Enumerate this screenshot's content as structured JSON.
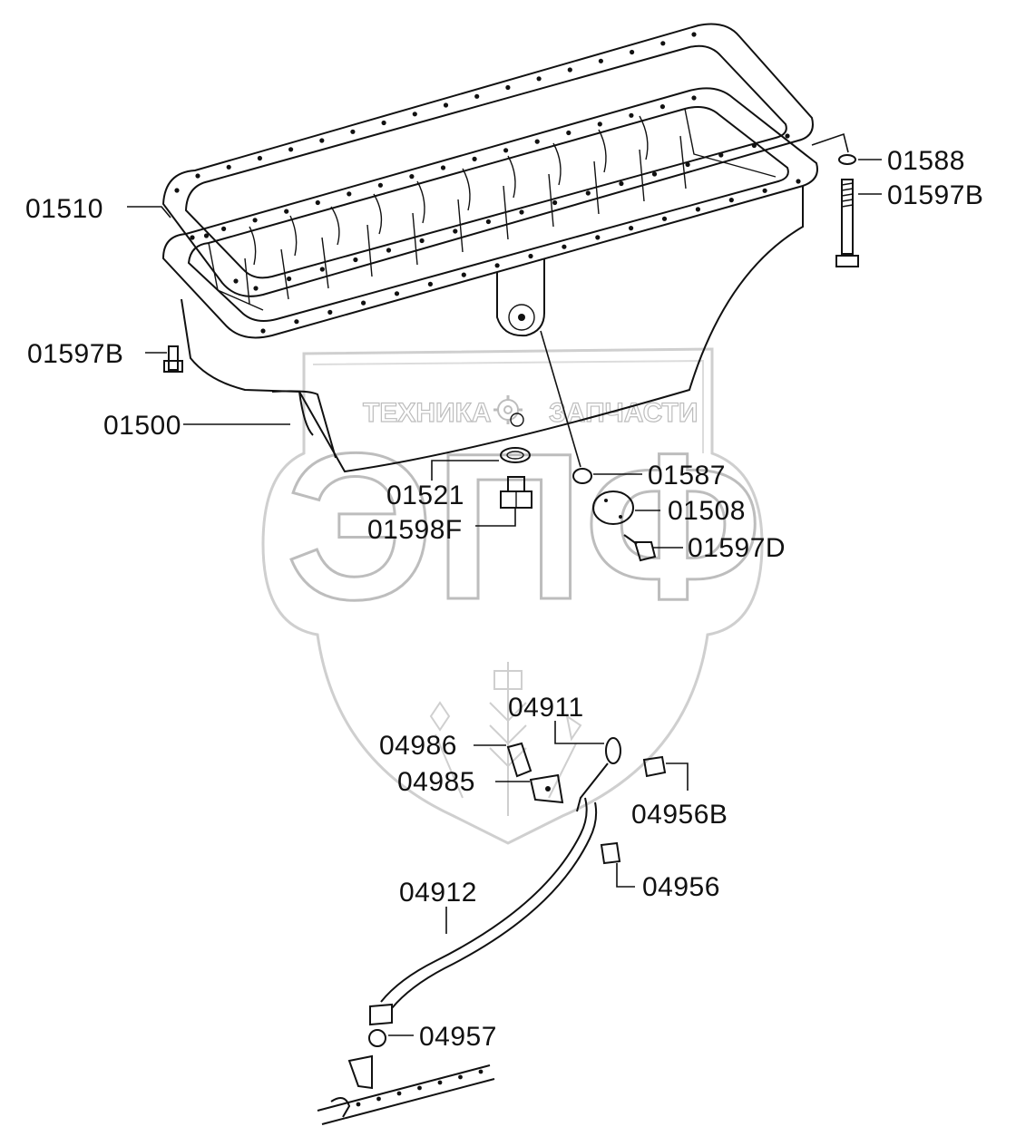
{
  "watermark": {
    "left_word": "ТЕХНИКА",
    "right_word": "ЗАПЧАСТИ",
    "emblem_letters": "ЭПФ",
    "gear_icon": "gear-icon"
  },
  "parts": [
    {
      "id": "p01510",
      "code": "01510"
    },
    {
      "id": "p01588",
      "code": "01588"
    },
    {
      "id": "p01597b_right",
      "code": "01597B"
    },
    {
      "id": "p01597b_left",
      "code": "01597B"
    },
    {
      "id": "p01500",
      "code": "01500"
    },
    {
      "id": "p01587",
      "code": "01587"
    },
    {
      "id": "p01521",
      "code": "01521"
    },
    {
      "id": "p01508",
      "code": "01508"
    },
    {
      "id": "p01598f",
      "code": "01598F"
    },
    {
      "id": "p01597d",
      "code": "01597D"
    },
    {
      "id": "p04911",
      "code": "04911"
    },
    {
      "id": "p04986",
      "code": "04986"
    },
    {
      "id": "p04985",
      "code": "04985"
    },
    {
      "id": "p04956b",
      "code": "04956B"
    },
    {
      "id": "p04912",
      "code": "04912"
    },
    {
      "id": "p04956",
      "code": "04956"
    },
    {
      "id": "p04957",
      "code": "04957"
    }
  ]
}
